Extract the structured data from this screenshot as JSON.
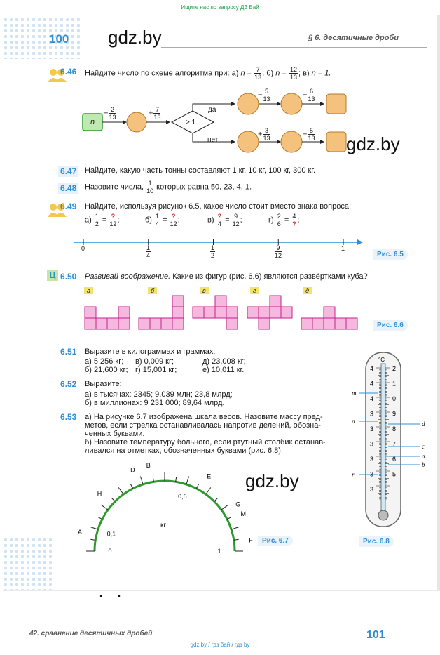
{
  "top_banner": "Ищите нас по запросу ДЗ Бай",
  "page_number": "100",
  "section_title": "§ 6. десятичные дроби",
  "watermarks": [
    "gdz.by",
    "gdz.by",
    "gdz.by",
    "gdz.by"
  ],
  "tasks": {
    "t646": {
      "num": "6.46",
      "text": "Найдите число по схеме алгоритма при: а)",
      "n_a": "7",
      "d_a": "13",
      "b_label": "; б)",
      "n_b": "12",
      "d_b": "13",
      "v_label": "; в)",
      "v_val": "n = 1."
    },
    "t647": {
      "num": "6.47",
      "text": "Найдите, какую часть тонны составляют 1 кг, 10 кг, 100 кг, 300 кг."
    },
    "t648": {
      "num": "6.48",
      "text_before": "Назовите числа,",
      "n": "1",
      "d": "10",
      "text_after": "которых равна 50, 23, 4, 1."
    },
    "t649": {
      "num": "6.49",
      "text": "Найдите, используя рисунок 6.5, какое число стоит вместо знака вопроса:"
    },
    "t650": {
      "num": "6.50",
      "prefix": "Ц",
      "italic": "Развивай воображение.",
      "text": "Какие из фигур (рис. 6.6) являются развёртками куба?"
    },
    "t651": {
      "num": "6.51",
      "text": "Выразите в килограммах и граммах:",
      "rows": [
        [
          "а) 5,256 кг;",
          "в) 0,009 кг;",
          "д) 23,008 кг;"
        ],
        [
          "б) 21,600 кг;",
          "г) 15,001 кг;",
          "е) 10,011 кг."
        ]
      ]
    },
    "t652": {
      "num": "6.52",
      "text": "Выразите:",
      "lines": [
        "а) в тысячах: 2345; 9,039 млн; 23,8 млрд;",
        "б) в миллионах: 9 231 000; 89,64 млрд."
      ]
    },
    "t653": {
      "num": "6.53",
      "lines": [
        "а) На рисунке 6.7 изображена шкала весов. Назовите массу пред-",
        "метов, если стрелка останавливалась напротив делений, обозна-",
        "ченных буквами.",
        "б) Назовите температуру больного, если ртутный столбик останав-",
        "ливался на отметках, обозначенных буквами (рис. 6.8)."
      ]
    }
  },
  "algorithm": {
    "start": "n",
    "op1": {
      "sign": "−",
      "n": "2",
      "d": "13"
    },
    "op2": {
      "sign": "+",
      "n": "7",
      "d": "13"
    },
    "cond": "> 1",
    "yes": "да",
    "no": "нет",
    "yes_ops": [
      {
        "sign": "−",
        "n": "5",
        "d": "13"
      },
      {
        "sign": "−",
        "n": "6",
        "d": "13"
      }
    ],
    "no_ops": [
      {
        "sign": "+",
        "n": "3",
        "d": "13"
      },
      {
        "sign": "−",
        "n": "5",
        "d": "13"
      }
    ]
  },
  "eq649": [
    {
      "label": "а)",
      "a": "1",
      "b": "2",
      "c": "?",
      "d": "12",
      "q": "c"
    },
    {
      "label": "б)",
      "a": "1",
      "b": "4",
      "c": "?",
      "d": "12",
      "q": "c"
    },
    {
      "label": "в)",
      "a": "?",
      "b": "4",
      "c": "9",
      "d": "12",
      "q": "a"
    },
    {
      "label": "г)",
      "a": "2",
      "b": "6",
      "c": "4",
      "d": "?",
      "q": "d"
    }
  ],
  "numberline": {
    "zero": "0",
    "one": "1",
    "t1": [
      "1",
      "4"
    ],
    "t2": [
      "1",
      "2"
    ],
    "t3": [
      "9",
      "12"
    ]
  },
  "captions": {
    "f65": "Рис. 6.5",
    "f66": "Рис. 6.6",
    "f67": "Рис. 6.7",
    "f68": "Рис. 6.8"
  },
  "fig66_labels": [
    "а",
    "б",
    "в",
    "г",
    "д"
  ],
  "scale": {
    "unit": "кг",
    "zero": "0",
    "one": "1",
    "mid1": "0,1",
    "mid6": "0,6",
    "letters": [
      "A",
      "H",
      "D",
      "B",
      "E",
      "G",
      "M",
      "F"
    ]
  },
  "thermo": {
    "unit": "°C",
    "left_digits": [
      "4",
      "4",
      "4",
      "3",
      "3",
      "3",
      "3",
      "3",
      "3"
    ],
    "right_digits": [
      "2",
      "1",
      "0",
      "9",
      "8",
      "7",
      "6",
      "5"
    ],
    "left_letters": [
      "m",
      "n",
      "r"
    ],
    "right_letters": [
      "d",
      "c",
      "a",
      "b"
    ]
  },
  "bottom": {
    "text": "42. сравнение десятичных дробей",
    "num": "101"
  },
  "footer_links": "gdz.by / гдз бай / гдз by",
  "colors": {
    "accent": "#2f8fd4",
    "pink": "#f7b8e0",
    "orange": "#f5c27d",
    "green": "#bfe9b0"
  }
}
